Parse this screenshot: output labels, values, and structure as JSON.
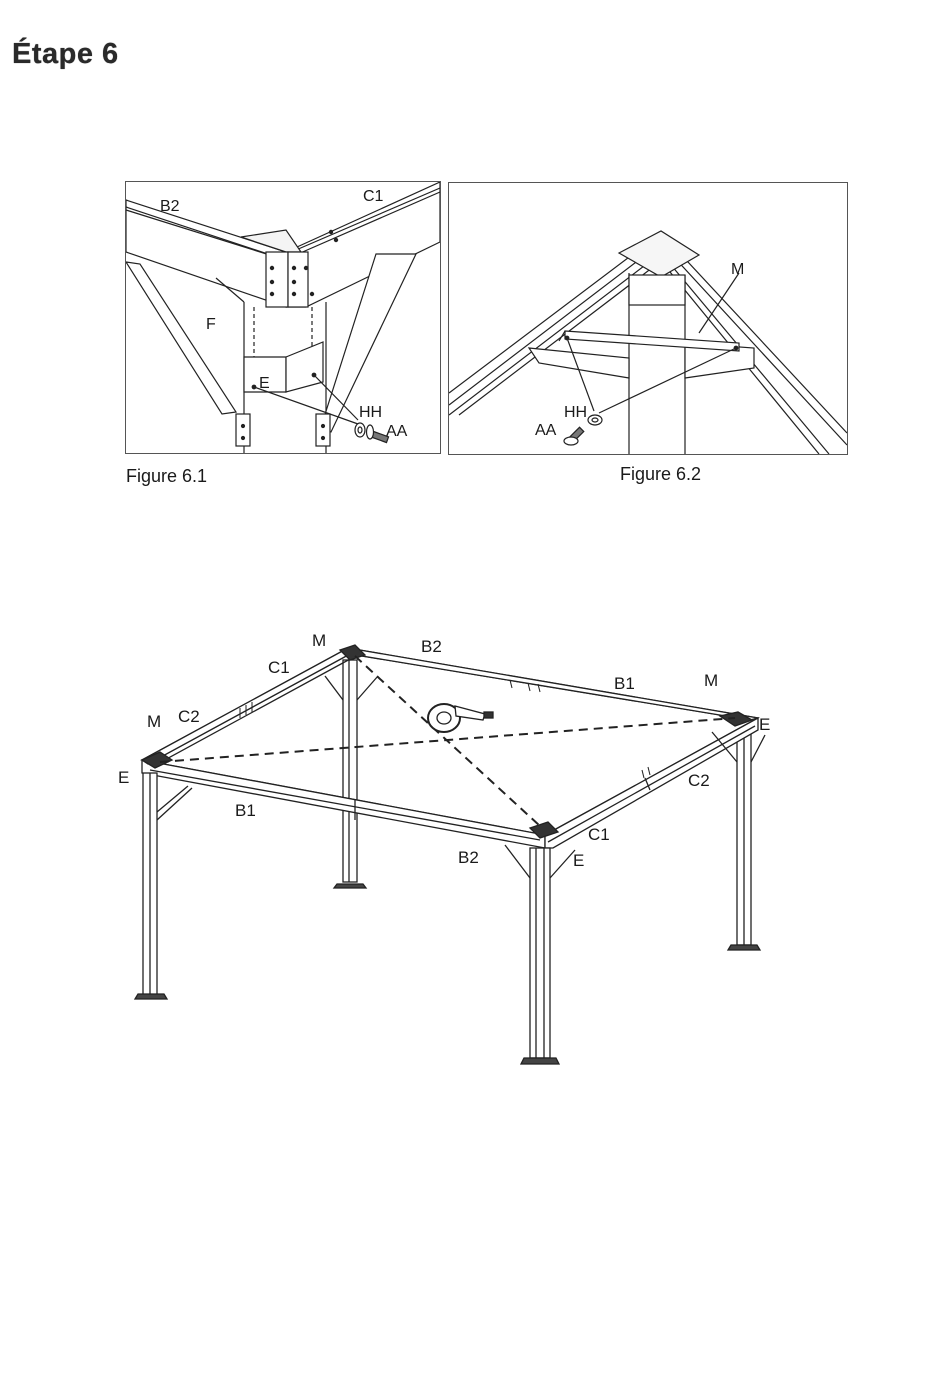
{
  "step": {
    "title": "Étape 6"
  },
  "figure1": {
    "caption": "Figure 6.1",
    "labels": {
      "b2": "B2",
      "c1": "C1",
      "f": "F",
      "e": "E",
      "hh": "HH",
      "aa": "AA"
    }
  },
  "figure2": {
    "caption": "Figure 6.2",
    "labels": {
      "m": "M",
      "hh": "HH",
      "aa": "AA"
    }
  },
  "overview": {
    "labels": {
      "m_back": "M",
      "b2_back": "B2",
      "c1_back": "C1",
      "b1_back": "B1",
      "m_right": "M",
      "e_right": "E",
      "m_left": "M",
      "c2_left": "C2",
      "e_left": "E",
      "b1_front": "B1",
      "c2_right": "C2",
      "c1_front": "C1",
      "b2_front": "B2",
      "e_front": "E"
    }
  }
}
